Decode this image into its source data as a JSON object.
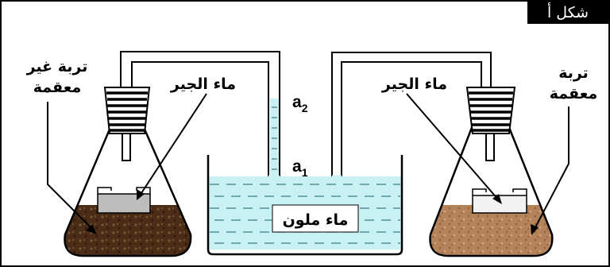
{
  "figure_label": "شكل أ",
  "labels": {
    "unsterile_soil_line1": "تربة غير",
    "unsterile_soil_line2": "معقمة",
    "sterile_soil_line1": "تربة",
    "sterile_soil_line2": "معقمة",
    "limewater_left": "ماء الجير",
    "limewater_right": "ماء الجير",
    "colored_water": "ماء ملون",
    "mark_a2": "a",
    "mark_a2_sub": "2",
    "mark_a1": "a",
    "mark_a1_sub": "1"
  },
  "colors": {
    "water": "#c9f0f2",
    "water_dash": "#3a7f86",
    "unsterile_soil": "#4a2c17",
    "sterile_soil": "#b4835a",
    "limewater_left_dish": "#bdbdbd",
    "limewater_right_dish": "#f2f2f2"
  }
}
